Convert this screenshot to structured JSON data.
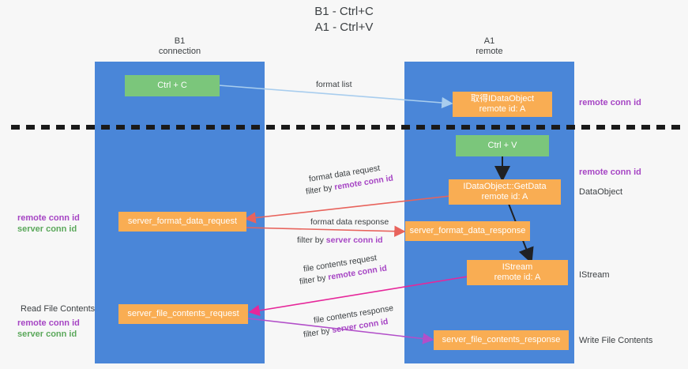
{
  "diagram": {
    "title": "B1 - Ctrl+C\nA1 - Ctrl+V",
    "columns": [
      {
        "id": "b1",
        "label": "B1\nconnection"
      },
      {
        "id": "a1",
        "label": "A1\nremote"
      }
    ],
    "nodes": [
      {
        "id": "ctrl-c",
        "label": "Ctrl + C",
        "color": "#7bc67b"
      },
      {
        "id": "idataobject",
        "label": "取得IDataObject\nremote id: A",
        "color": "#f9ad53"
      },
      {
        "id": "ctrl-v",
        "label": "Ctrl + V",
        "color": "#7bc67b"
      },
      {
        "id": "idataobject-getdata",
        "label": "IDataObject::GetData\nremote id: A",
        "color": "#f9ad53"
      },
      {
        "id": "server-format-data-request",
        "label": "server_format_data_request",
        "color": "#f9ad53"
      },
      {
        "id": "server-format-data-response",
        "label": "server_format_data_response",
        "color": "#f9ad53"
      },
      {
        "id": "istream",
        "label": "IStream\nremote id: A",
        "color": "#f9ad53"
      },
      {
        "id": "server-file-contents-request",
        "label": "server_file_contents_request",
        "color": "#f9ad53"
      },
      {
        "id": "server-file-contents-response",
        "label": "server_file_contents_response",
        "color": "#f9ad53"
      }
    ],
    "edge_labels": [
      {
        "id": "format-list",
        "text": "format list"
      },
      {
        "id": "format-data-request",
        "text": "format data request"
      },
      {
        "id": "format-data-request-filter",
        "prefix": "filter by ",
        "highlight": "remote conn id"
      },
      {
        "id": "format-data-response",
        "text": "format data response"
      },
      {
        "id": "format-data-response-filter",
        "prefix": "filter by ",
        "highlight": "server conn id"
      },
      {
        "id": "file-contents-request",
        "text": "file contents request"
      },
      {
        "id": "file-contents-request-filter",
        "prefix": "filter by ",
        "highlight": "remote conn id"
      },
      {
        "id": "file-contents-response",
        "text": "file contents response"
      },
      {
        "id": "file-contents-response-filter",
        "prefix": "filter by ",
        "highlight": "server conn id"
      }
    ],
    "annotations": [
      {
        "id": "ann-remote-conn-id-top",
        "text": "remote conn id",
        "color": "#a645c4"
      },
      {
        "id": "ann-remote-conn-id-mid",
        "text": "remote conn id",
        "color": "#a645c4"
      },
      {
        "id": "ann-dataobject",
        "text": "DataObject",
        "color": "#3c4043"
      },
      {
        "id": "ann-istream",
        "text": "IStream",
        "color": "#3c4043"
      },
      {
        "id": "ann-write-file-contents",
        "text": "Write File Contents",
        "color": "#3c4043"
      },
      {
        "id": "ann-read-file-contents",
        "text": "Read File Contents",
        "color": "#3c4043"
      },
      {
        "id": "ann-left-ids-mid-remote",
        "text": "remote conn id",
        "color": "#a645c4"
      },
      {
        "id": "ann-left-ids-mid-server",
        "text": "server conn id",
        "color": "#5ba85b"
      },
      {
        "id": "ann-left-ids-low-remote",
        "text": "remote conn id",
        "color": "#a645c4"
      },
      {
        "id": "ann-left-ids-low-server",
        "text": "server conn id",
        "color": "#5ba85b"
      }
    ],
    "colors": {
      "lane": "#4a86d8",
      "node_green": "#7bc67b",
      "node_orange": "#f9ad53",
      "arrow_blue": "#a8cdee",
      "arrow_red": "#e8635c",
      "arrow_magenta": "#e6279a",
      "arrow_purple": "#b24fc9",
      "arrow_black": "#202124",
      "divider": "#1a1a1a",
      "background": "#f7f7f7"
    }
  }
}
